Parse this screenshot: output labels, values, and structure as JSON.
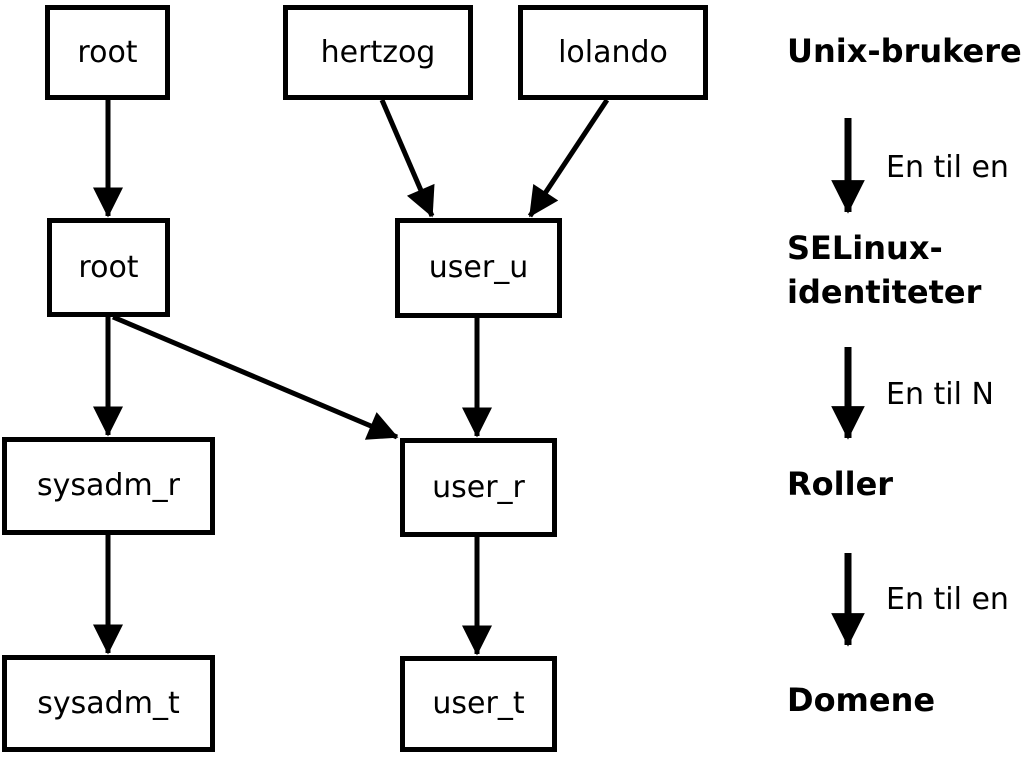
{
  "diagram": {
    "nodes": {
      "unix_root": "root",
      "unix_hertzog": "hertzog",
      "unix_lolando": "lolando",
      "selinux_root": "root",
      "selinux_user_u": "user_u",
      "roles_sysadm_r": "sysadm_r",
      "roles_user_r": "user_r",
      "domains_sysadm_t": "sysadm_t",
      "domains_user_t": "user_t"
    },
    "edges": [
      {
        "from": "unix_root",
        "to": "selinux_root"
      },
      {
        "from": "unix_hertzog",
        "to": "selinux_user_u"
      },
      {
        "from": "unix_lolando",
        "to": "selinux_user_u"
      },
      {
        "from": "selinux_root",
        "to": "roles_sysadm_r"
      },
      {
        "from": "selinux_root",
        "to": "roles_user_r"
      },
      {
        "from": "selinux_user_u",
        "to": "roles_user_r"
      },
      {
        "from": "roles_sysadm_r",
        "to": "domains_sysadm_t"
      },
      {
        "from": "roles_user_r",
        "to": "domains_user_t"
      }
    ]
  },
  "legend": {
    "unix_users": "Unix-brukere",
    "selinux_line1": "SELinux-",
    "selinux_line2": "identiteter",
    "roles": "Roller",
    "domains": "Domene",
    "relation_unix_to_selinux": "En til en",
    "relation_selinux_to_roles": "En til N",
    "relation_roles_to_domains": "En til en"
  },
  "colors": {
    "ink": "#000000",
    "background": "#ffffff"
  }
}
